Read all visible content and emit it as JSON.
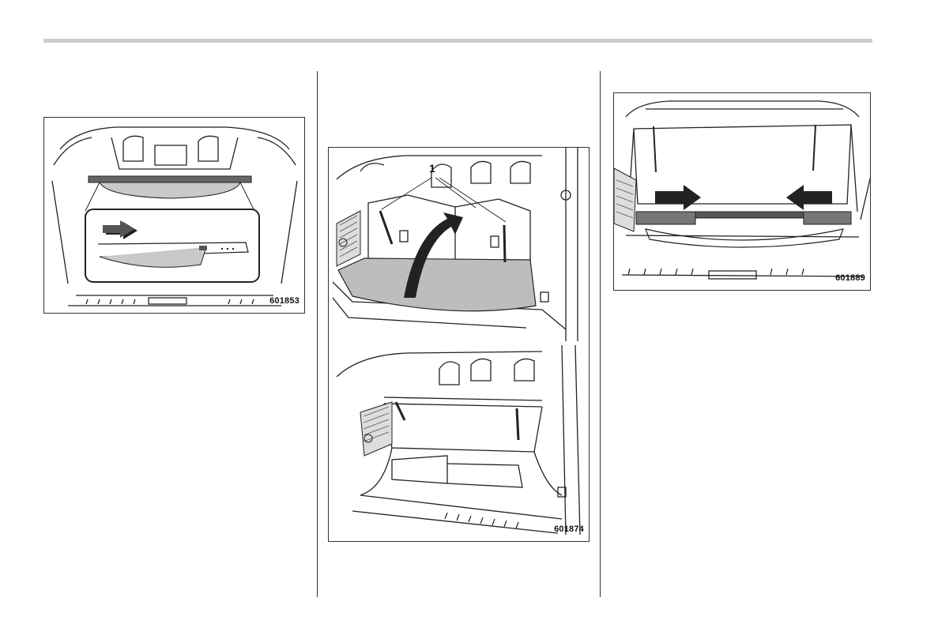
{
  "figures": [
    {
      "code": "601853"
    },
    {
      "code": "601874",
      "callout": "1"
    },
    {
      "code": "601889"
    }
  ]
}
